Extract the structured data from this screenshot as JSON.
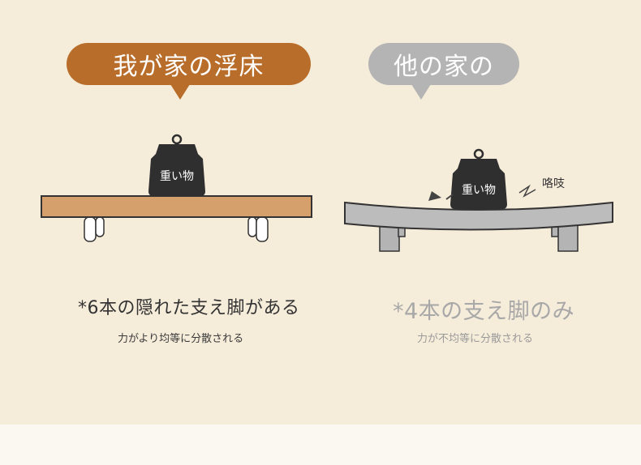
{
  "left_panel": {
    "bubble_label": "我が家の浮床",
    "weight_label": "重い物",
    "caption_main": "*6本の隠れた支え脚がある",
    "caption_sub": "力がより均等に分散される"
  },
  "right_panel": {
    "bubble_label": "他の家の",
    "weight_label": "重い物",
    "sound_label": "咯吱",
    "caption_main": "*4本の支え脚のみ",
    "caption_sub": "力が不均等に分散される"
  },
  "colors": {
    "background": "#f6ecda",
    "left_bubble": "#b86e2a",
    "right_bubble": "#b4b4b4",
    "wood_board": "#d5a06b",
    "gray_board": "#bcbcbc",
    "weight": "#2f2f2f"
  }
}
